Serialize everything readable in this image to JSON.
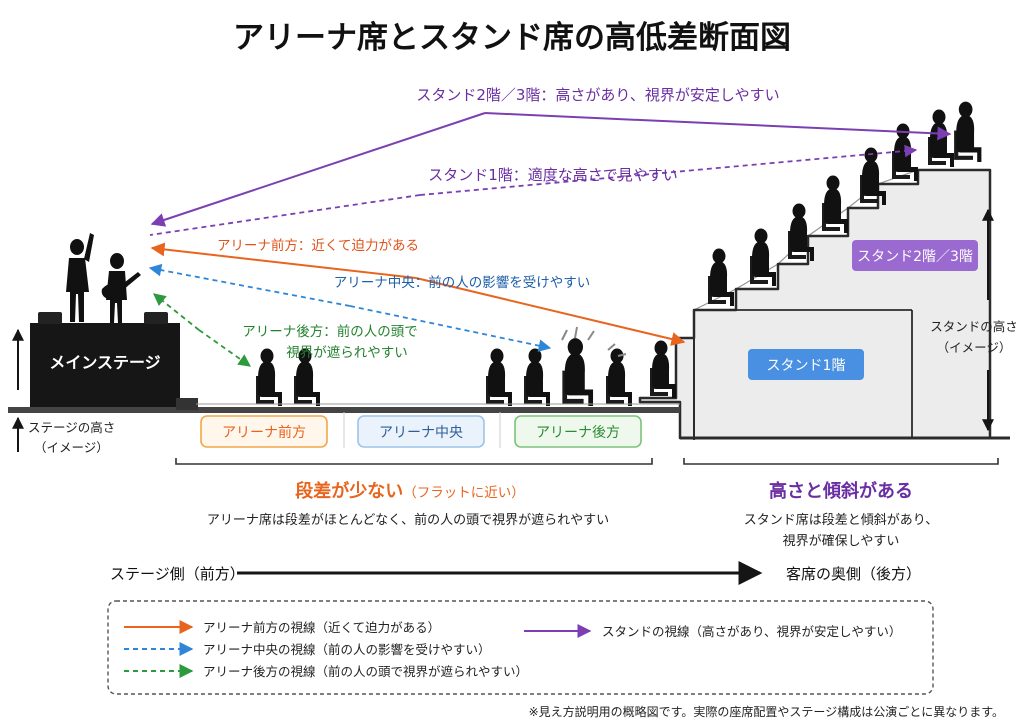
{
  "title": "アリーナ席とスタンド席の高低差断面図",
  "colors": {
    "orange": "#e8651f",
    "blue": "#2f86d6",
    "green": "#2e9a3e",
    "purple": "#7b3fb3",
    "dark": "#151515",
    "stand_fill": "#ececec",
    "stand_stroke": "#2b2b2b"
  },
  "sightlines": {
    "stand_upper": "スタンド2階／3階：高さがあり、視界が安定しやすい",
    "stand_lower": "スタンド1階：適度な高さで見やすい",
    "arena_front": "アリーナ前方：近くて迫力がある",
    "arena_center": "アリーナ中央：前の人の影響を受けやすい",
    "arena_back_line1": "アリーナ後方：前の人の頭で",
    "arena_back_line2": "視界が遮られやすい"
  },
  "stage": {
    "label": "メインステージ",
    "height_label_line1": "ステージの高さ",
    "height_label_line2": "（イメージ）"
  },
  "arena_zones": [
    "アリーナ前方",
    "アリーナ中央",
    "アリーナ後方"
  ],
  "stand_tiers": {
    "lower": "スタンド1階",
    "upper": "スタンド2階／3階",
    "height_label_line1": "スタンドの高さ",
    "height_label_line2": "（イメージ）"
  },
  "arena_note": {
    "heading": "段差が少ない",
    "heading_sub": "（フラットに近い）",
    "body": "アリーナ席は段差がほとんどなく、前の人の頭で視界が遮られやすい"
  },
  "stand_note": {
    "heading": "高さと傾斜がある",
    "body_line1": "スタンド席は段差と傾斜があり、",
    "body_line2": "視界が確保しやすい"
  },
  "axis": {
    "left": "ステージ側（前方）",
    "right": "客席の奥側（後方）"
  },
  "legend": [
    {
      "label": "アリーナ前方の視線（近くて迫力がある）",
      "color": "orange",
      "dashed": false
    },
    {
      "label": "アリーナ中央の視線（前の人の影響を受けやすい）",
      "color": "blue",
      "dashed": true
    },
    {
      "label": "アリーナ後方の視線（前の人の頭で視界が遮られやすい）",
      "color": "green",
      "dashed": true
    },
    {
      "label": "スタンドの視線（高さがあり、視界が安定しやすい）",
      "color": "purple",
      "dashed": false
    }
  ],
  "footnote": "※見え方説明用の概略図です。実際の座席配置やステージ構成は公演ごとに異なります。"
}
